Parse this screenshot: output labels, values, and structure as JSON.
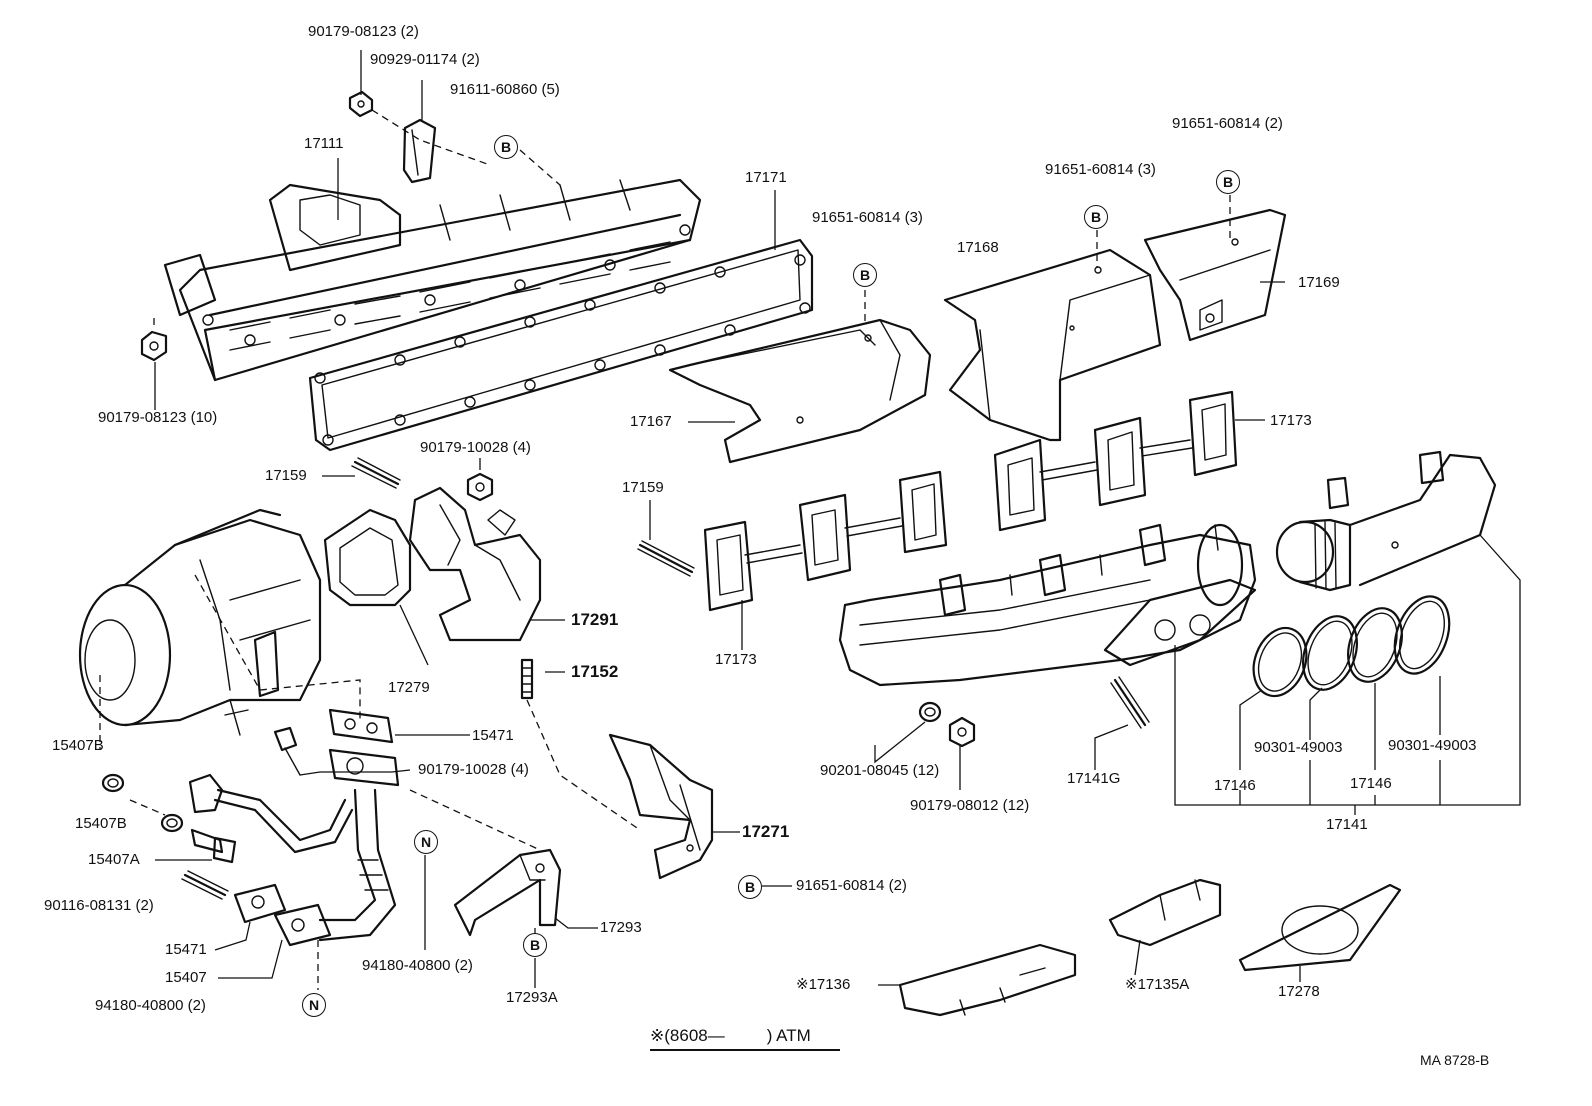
{
  "labels": {
    "p90179_08123_2": "90179-08123 (2)",
    "p90929_01174": "90929-01174 (2)",
    "p91611_60860": "91611-60860 (5)",
    "p17111": "17111",
    "p17171": "17171",
    "p91651_60814_3a": "91651-60814 (3)",
    "p91651_60814_3b": "91651-60814 (3)",
    "p91651_60814_2a": "91651-60814 (2)",
    "p17168": "17168",
    "p17169": "17169",
    "p90179_08123_10": "90179-08123 (10)",
    "p17167": "17167",
    "p17173a": "17173",
    "p17159a": "17159",
    "p90179_10028_4a": "90179-10028 (4)",
    "p17159b": "17159",
    "p17291": "17291",
    "p17152": "17152",
    "p17279": "17279",
    "p17173b": "17173",
    "p15407B_a": "15407B",
    "p15407B_b": "15407B",
    "p15407A": "15407A",
    "p15471a": "15471",
    "p90179_10028_4b": "90179-10028 (4)",
    "p90116_08131": "90116-08131 (2)",
    "p15471b": "15471",
    "p15407": "15407",
    "p94180_40800_a": "94180-40800 (2)",
    "p94180_40800_b": "94180-40800 (2)",
    "p17271": "17271",
    "p91651_60814_2b": "91651-60814 (2)",
    "p17293": "17293",
    "p17293A": "17293A",
    "p90201_08045": "90201-08045 (12)",
    "p90179_08012": "90179-08012 (12)",
    "p17141G": "17141G",
    "p17146a": "17146",
    "p90301_49003a": "90301-49003",
    "p17146b": "17146",
    "p90301_49003b": "90301-49003",
    "p17141": "17141",
    "p17136": "※17136",
    "p17135A": "※17135A",
    "p17278": "17278"
  },
  "callout_letters": {
    "b": "B",
    "n": "N"
  },
  "footnote": {
    "range": "※(8608—",
    "suffix": ") ATM",
    "code": "MA  8728-B"
  }
}
